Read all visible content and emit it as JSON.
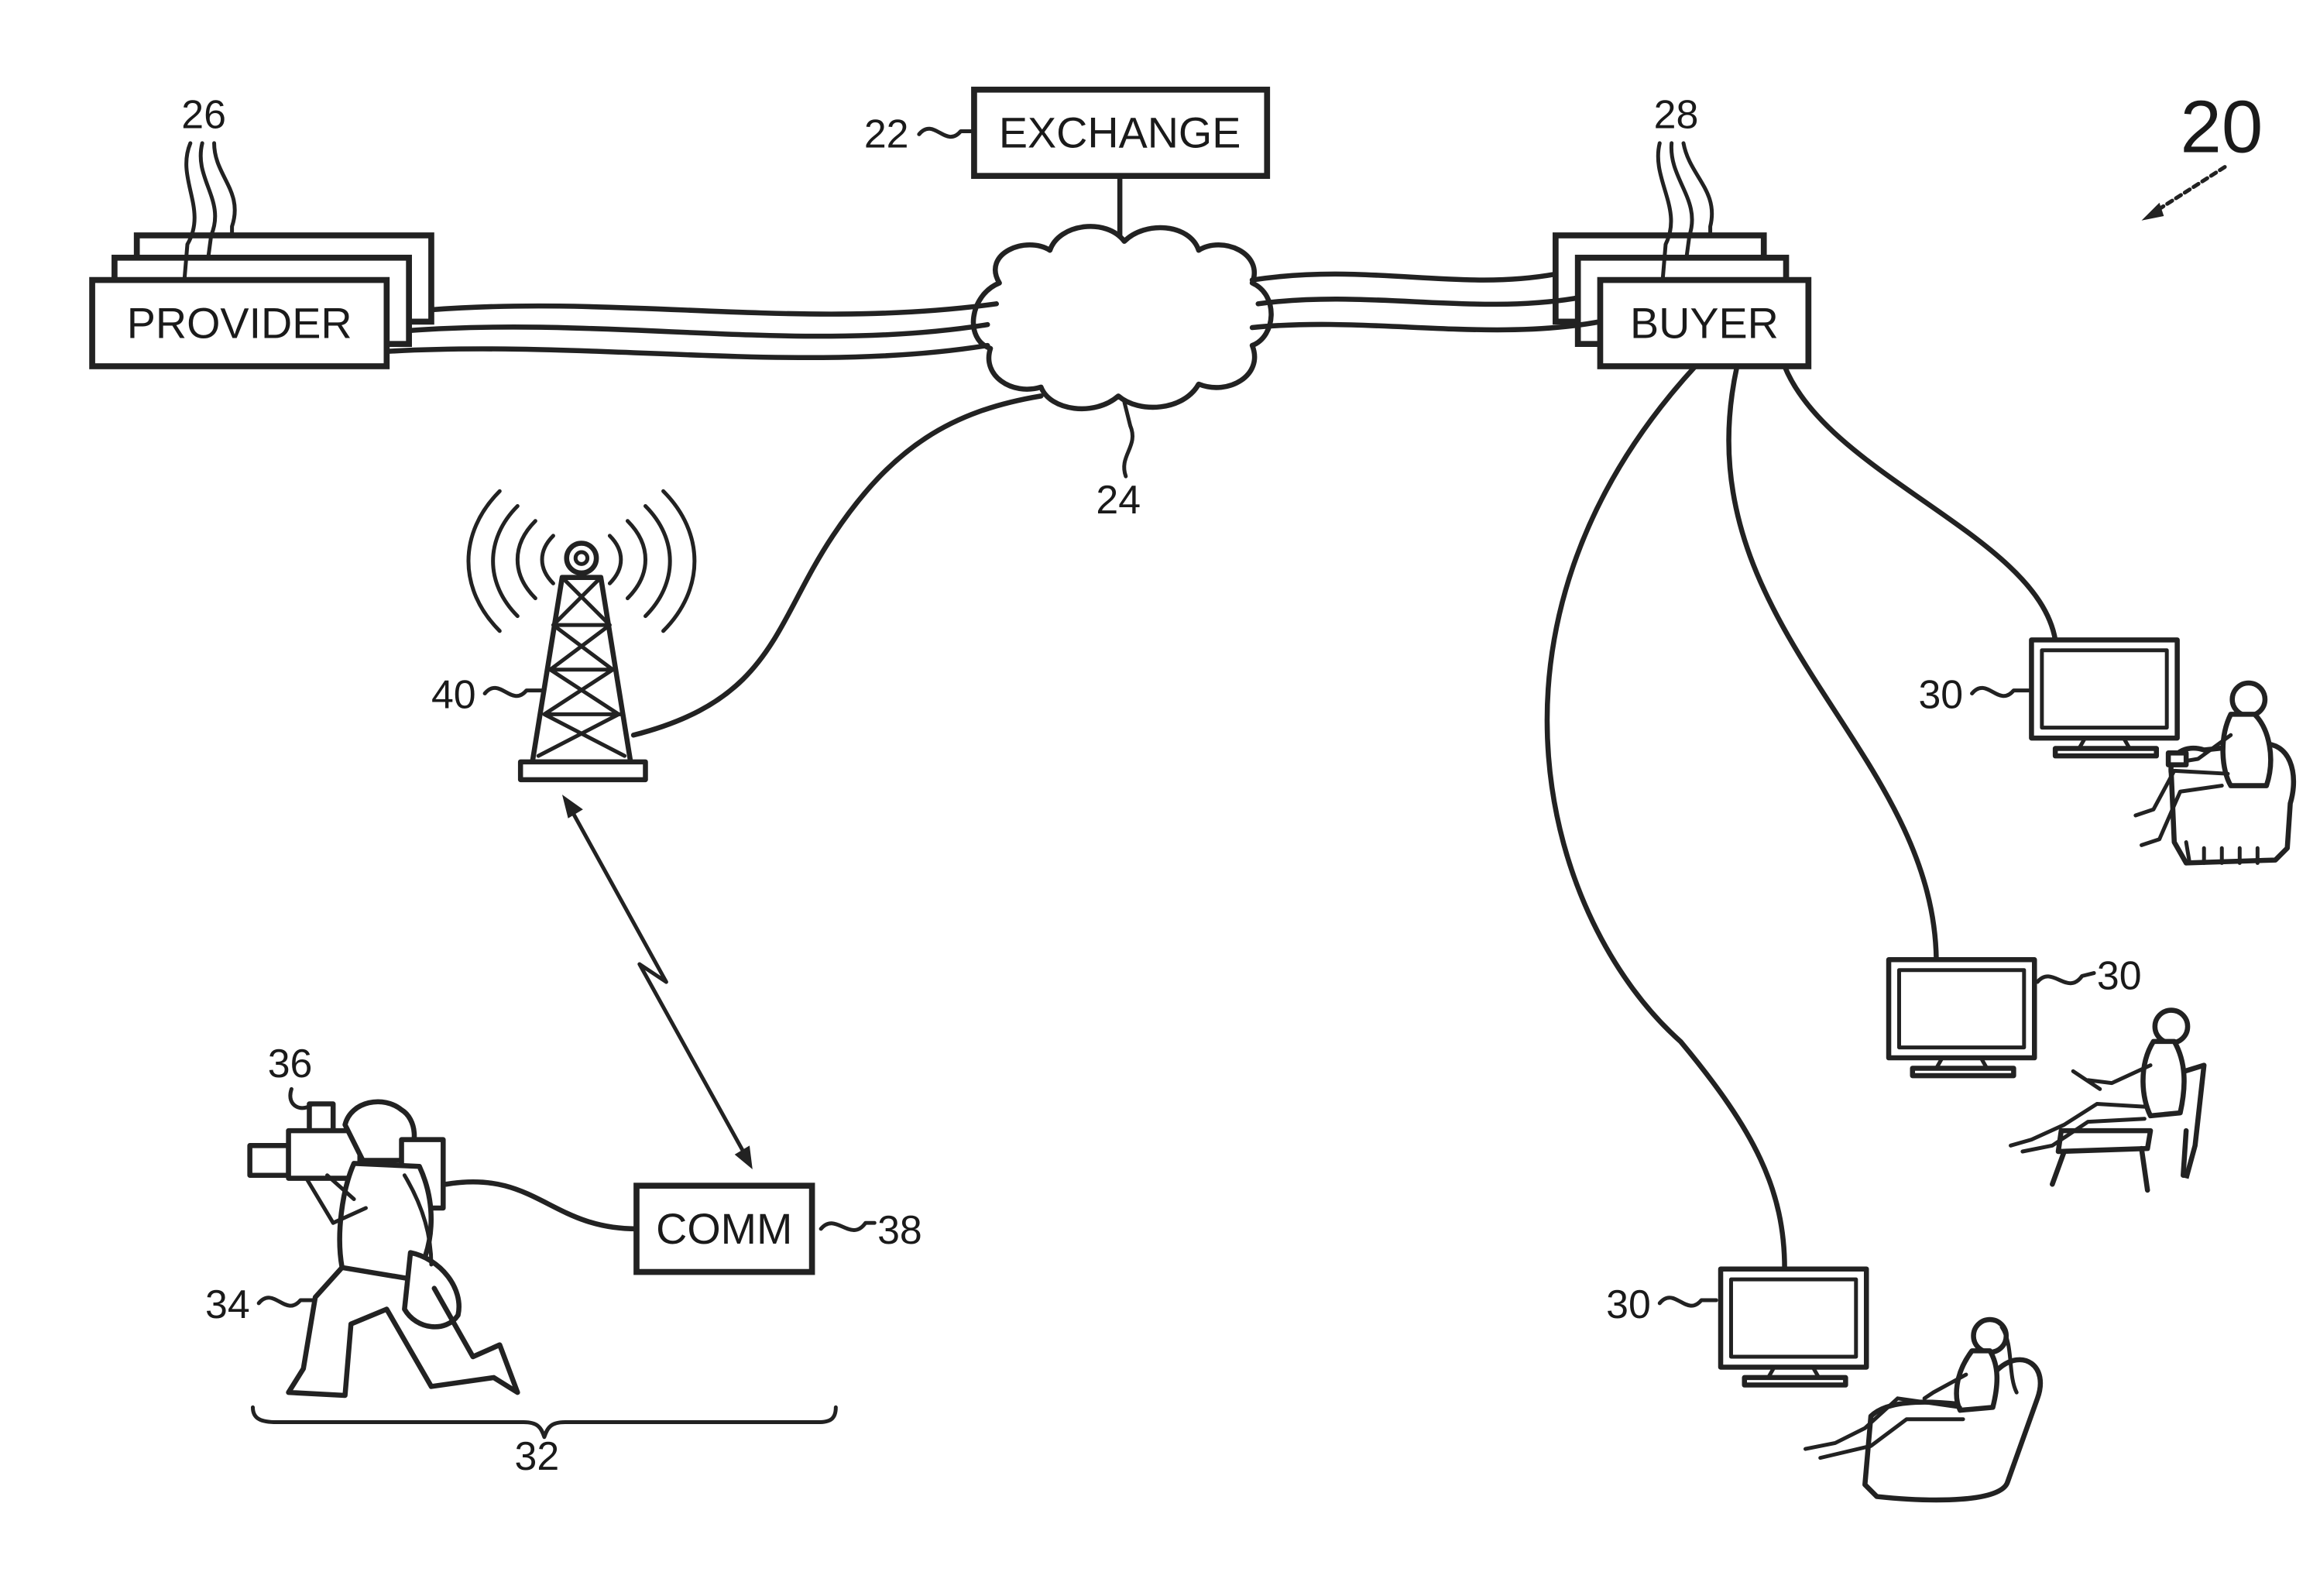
{
  "diagram": {
    "reference": "20",
    "exchange": {
      "label": "EXCHANGE",
      "ref": "22"
    },
    "network": {
      "ref": "24"
    },
    "provider": {
      "label": "PROVIDER",
      "ref": "26"
    },
    "buyer": {
      "label": "BUYER",
      "ref": "28"
    },
    "display_devices": [
      {
        "ref": "30"
      },
      {
        "ref": "30"
      },
      {
        "ref": "30"
      }
    ],
    "field_unit": {
      "ref": "32"
    },
    "camera_operator": {
      "ref": "34"
    },
    "camera": {
      "ref": "36"
    },
    "comm": {
      "label": "COMM",
      "ref": "38"
    },
    "tower": {
      "ref": "40"
    }
  }
}
